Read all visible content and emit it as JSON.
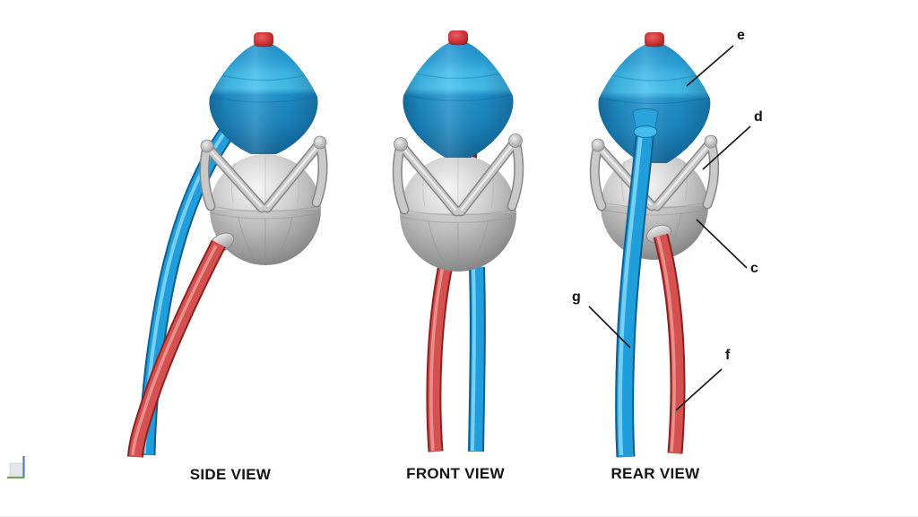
{
  "background_color": "#ffffff",
  "views": [
    {
      "title": "SIDE VIEW"
    },
    {
      "title": "FRONT VIEW"
    },
    {
      "title": "REAR VIEW"
    }
  ],
  "annotations": [
    {
      "label": "e"
    },
    {
      "label": "d"
    },
    {
      "label": "c"
    },
    {
      "label": "g"
    },
    {
      "label": "f"
    }
  ],
  "colors": {
    "float_blue": "#2196d3",
    "float_blue_band": "#4ec4f0",
    "float_blue_dark": "#0c6497",
    "cap_red": "#cc3333",
    "sphere_gray": "#c9c9c9",
    "frame_gray": "#c4c4c4",
    "tube_blue": "#209ddb",
    "tube_red": "#d45150",
    "annotation_line": "#1a1a1a",
    "title_text": "#151515"
  }
}
